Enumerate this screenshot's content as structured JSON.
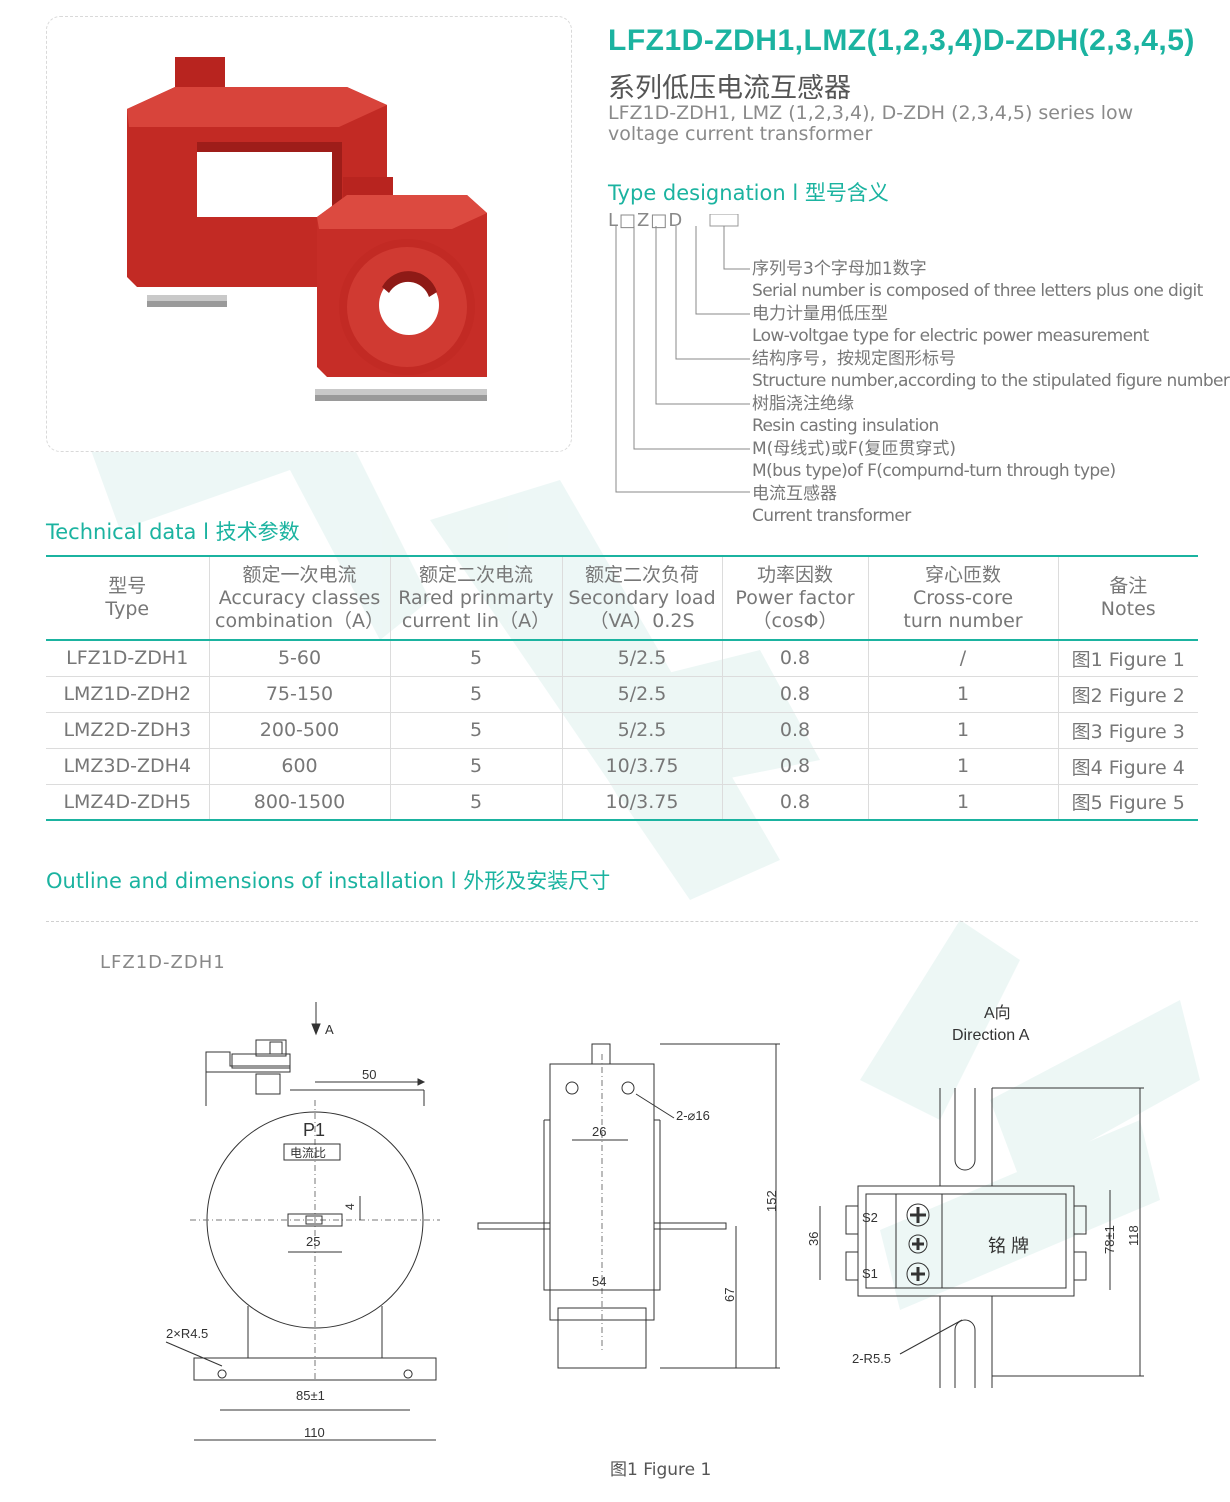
{
  "header": {
    "title_model": "LFZ1D-ZDH1,LMZ(1,2,3,4)D-ZDH(2,3,4,5)",
    "title_cn": "系列低压电流互感器",
    "title_en": "LFZ1D-ZDH1, LMZ (1,2,3,4), D-ZDH (2,3,4,5) series low voltage current transformer"
  },
  "type_designation": {
    "heading": "Type designation l 型号含义",
    "code": "L□Z□D",
    "items": [
      {
        "cn": "序列号3个字母加1数字",
        "en": "Serial number is composed of three letters plus one digit"
      },
      {
        "cn": "电力计量用低压型",
        "en": "Low-voltgae type for electric power measurement"
      },
      {
        "cn": "结构序号，按规定图形标号",
        "en": "Structure number,according to the stipulated figure number"
      },
      {
        "cn": "树脂浇注绝缘",
        "en": "Resin casting insulation"
      },
      {
        "cn": "M(母线式)或F(复匝贯穿式)",
        "en": "M(bus type)of F(compurnd-turn through type)"
      },
      {
        "cn": "电流互感器",
        "en": "Current transformer"
      }
    ]
  },
  "technical_data": {
    "heading": "Technical data l 技术参数",
    "columns": [
      [
        "型号",
        "Type"
      ],
      [
        "额定一次电流",
        "Accuracy classes",
        "combination（A）"
      ],
      [
        "额定二次电流",
        "Rared prinmarty",
        "current lin（A）"
      ],
      [
        "额定二次负荷",
        "Secondary load",
        "（VA）0.2S"
      ],
      [
        "功率因数",
        "Power factor",
        "（cosΦ）"
      ],
      [
        "穿心匝数",
        "Cross-core",
        "turn number"
      ],
      [
        "备注",
        "Notes"
      ]
    ],
    "rows": [
      [
        "LFZ1D-ZDH1",
        "5-60",
        "5",
        "5/2.5",
        "0.8",
        "/",
        "图1 Figure 1"
      ],
      [
        "LMZ1D-ZDH2",
        "75-150",
        "5",
        "5/2.5",
        "0.8",
        "1",
        "图2 Figure 2"
      ],
      [
        "LMZ2D-ZDH3",
        "200-500",
        "5",
        "5/2.5",
        "0.8",
        "1",
        "图3 Figure 3"
      ],
      [
        "LMZ3D-ZDH4",
        "600",
        "5",
        "10/3.75",
        "0.8",
        "1",
        "图4 Figure 4"
      ],
      [
        "LMZ4D-ZDH5",
        "800-1500",
        "5",
        "10/3.75",
        "0.8",
        "1",
        "图5 Figure 5"
      ]
    ]
  },
  "outline": {
    "heading": "Outline and dimensions of installation l 外形及安装尺寸",
    "model": "LFZ1D-ZDH1",
    "caption": "图1 Figure 1",
    "front": {
      "arrow": "A",
      "p1": "P1",
      "ratio": "电流比",
      "d50": "50",
      "d4": "4",
      "d25": "25",
      "r45": "2×R4.5",
      "d85": "85±1",
      "d110": "110"
    },
    "side": {
      "hole": "2-⌀16",
      "d26": "26",
      "d54": "54",
      "d152": "152",
      "d67": "67"
    },
    "direction": {
      "cn": "A向",
      "en": "Direction A",
      "s2": "S2",
      "s1": "S1",
      "plate": "铭 牌",
      "d36": "36",
      "d78": "78±1",
      "d118": "118",
      "r55": "2-R5.5"
    }
  },
  "colors": {
    "accent": "#1bb3a0",
    "resin_red": "#c22a24",
    "watermark": "#e9f5f3"
  }
}
